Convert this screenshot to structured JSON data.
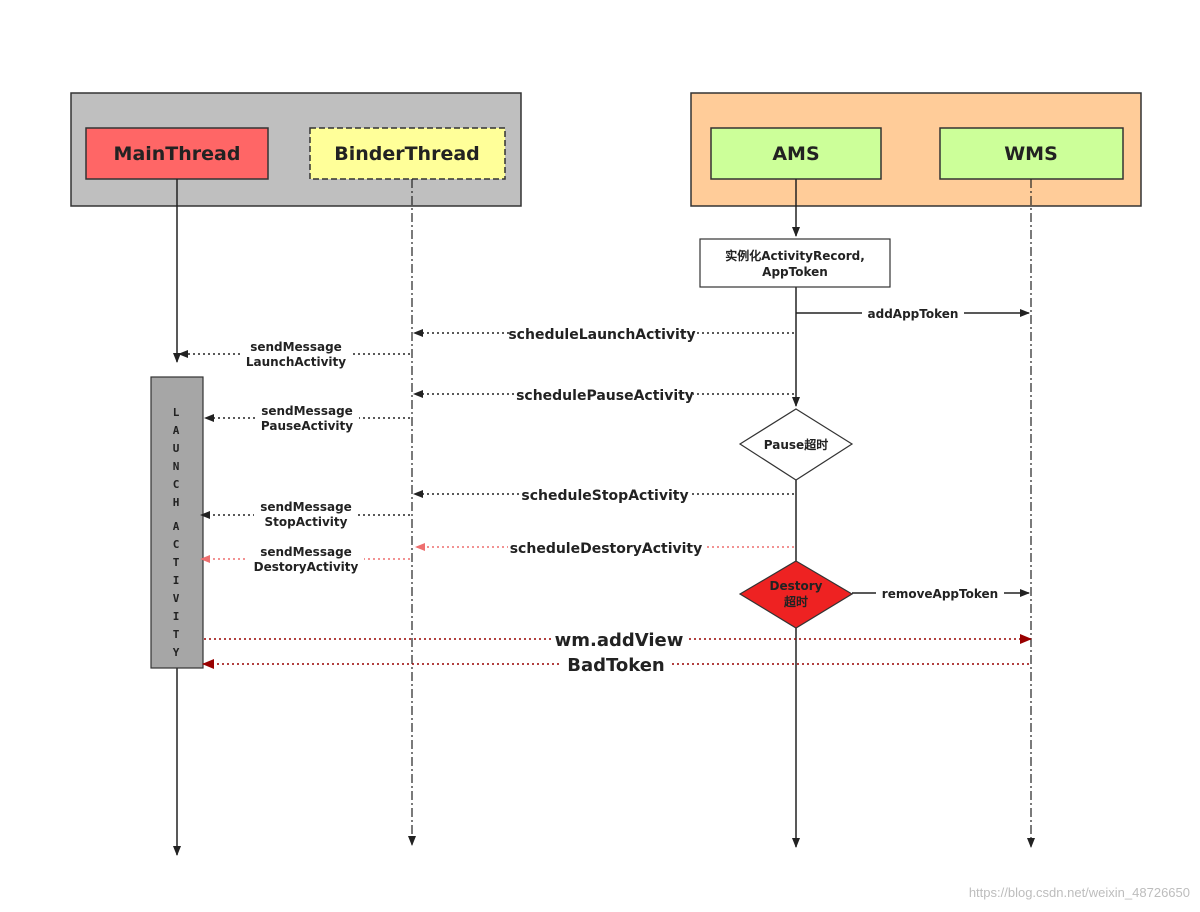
{
  "lanes": {
    "main_thread": "MainThread",
    "binder_thread": "BinderThread",
    "ams": "AMS",
    "wms": "WMS"
  },
  "nodes": {
    "activity_record_line1": "实例化ActivityRecord,",
    "activity_record_line2": "AppToken",
    "pause_timeout": "Pause超时",
    "destroy_timeout_line1": "Destory",
    "destroy_timeout_line2": "超时",
    "launch_activity_bar": "L A U N C H   A C T I V I T Y"
  },
  "messages": {
    "add_app_token": "addAppToken",
    "schedule_launch": "scheduleLaunchActivity",
    "schedule_pause": "schedulePauseActivity",
    "schedule_stop": "scheduleStopActivity",
    "schedule_destroy": "scheduleDestoryActivity",
    "remove_app_token": "removeAppToken",
    "send_launch_1": "sendMessage",
    "send_launch_2": "LaunchActivity",
    "send_pause_1": "sendMessage",
    "send_pause_2": "PauseActivity",
    "send_stop_1": "sendMessage",
    "send_stop_2": "StopActivity",
    "send_destroy_1": "sendMessage",
    "send_destroy_2": "DestoryActivity",
    "wm_add_view": "wm.addView",
    "bad_token": "BadToken"
  },
  "watermark": "https://blog.csdn.net/weixin_48726650",
  "colors": {
    "left_group": "#bfbfbf",
    "right_group": "#ffcc99",
    "main_thread": "#ff6666",
    "binder_thread": "#ffff99",
    "ams_wms": "#ccff99",
    "launch_bar": "#a6a6a6",
    "destroy_diamond": "#ee2222",
    "dark_red": "#990000",
    "pink": "#ee6f6f"
  }
}
